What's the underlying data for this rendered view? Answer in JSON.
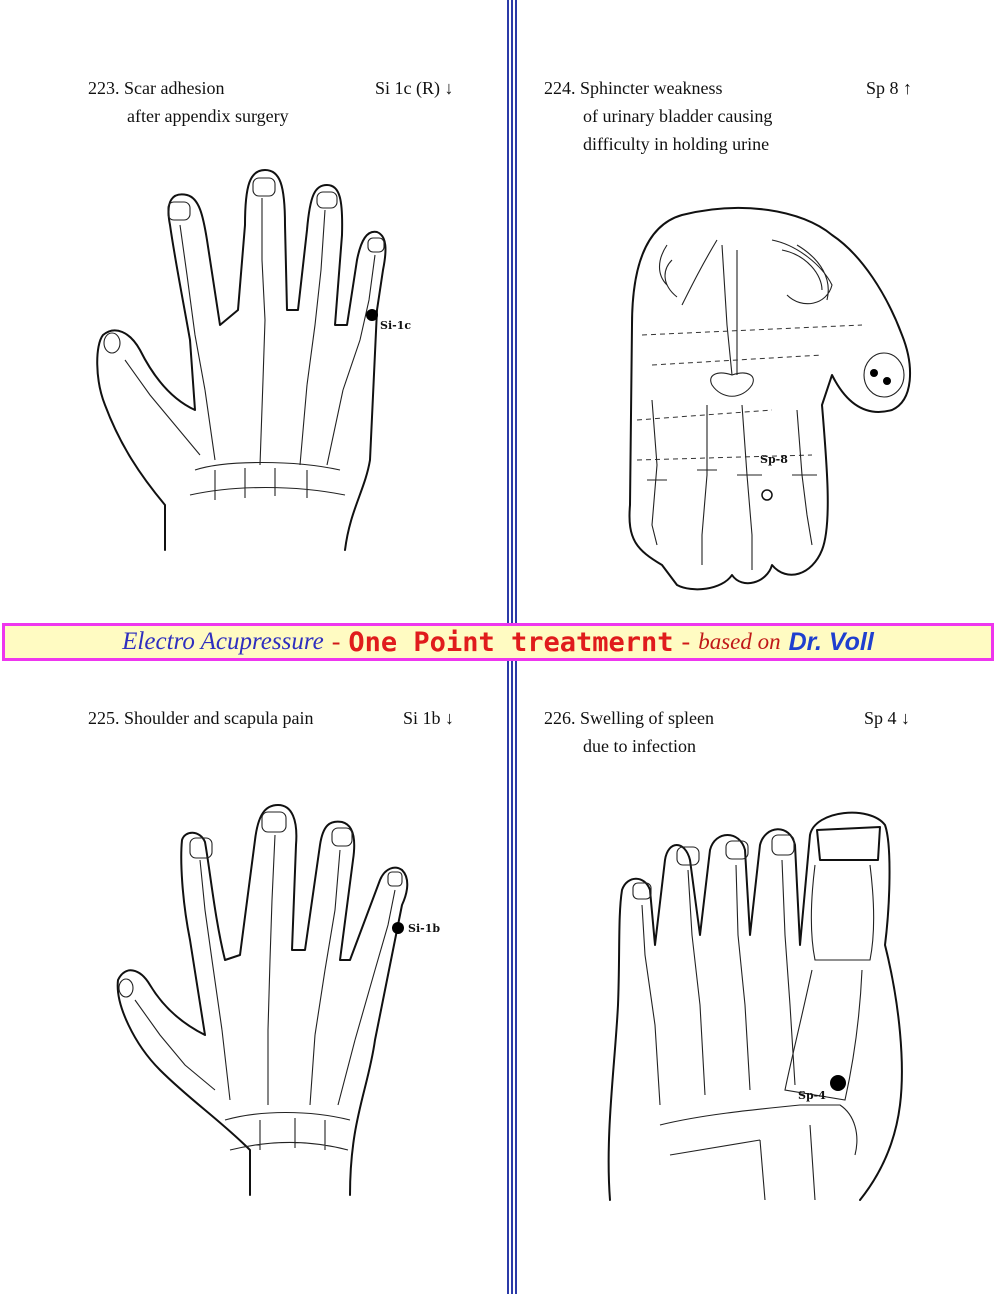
{
  "banner": {
    "part1": "Electro Acupressure",
    "sep1": "-",
    "part2": "One Point treatmernt",
    "sep2": "-",
    "part3": "based on",
    "part4": "Dr. Voll"
  },
  "cases": [
    {
      "lines": [
        "223. Scar adhesion",
        "after appendix surgery"
      ],
      "code": "Si 1c (R) ↓",
      "point_label": "Si-1c",
      "figure": "hand"
    },
    {
      "lines": [
        "224. Sphincter weakness",
        "of urinary bladder causing",
        "difficulty in holding urine"
      ],
      "code": "Sp 8 ↑",
      "point_label": "Sp-8",
      "figure": "hand-skeleton-map"
    },
    {
      "lines": [
        "225. Shoulder and scapula pain"
      ],
      "code": "Si 1b ↓",
      "point_label": "Si-1b",
      "figure": "hand"
    },
    {
      "lines": [
        "226. Swelling of spleen",
        "due to infection"
      ],
      "code": "Sp 4 ↓",
      "point_label": "Sp-4",
      "figure": "foot"
    }
  ]
}
